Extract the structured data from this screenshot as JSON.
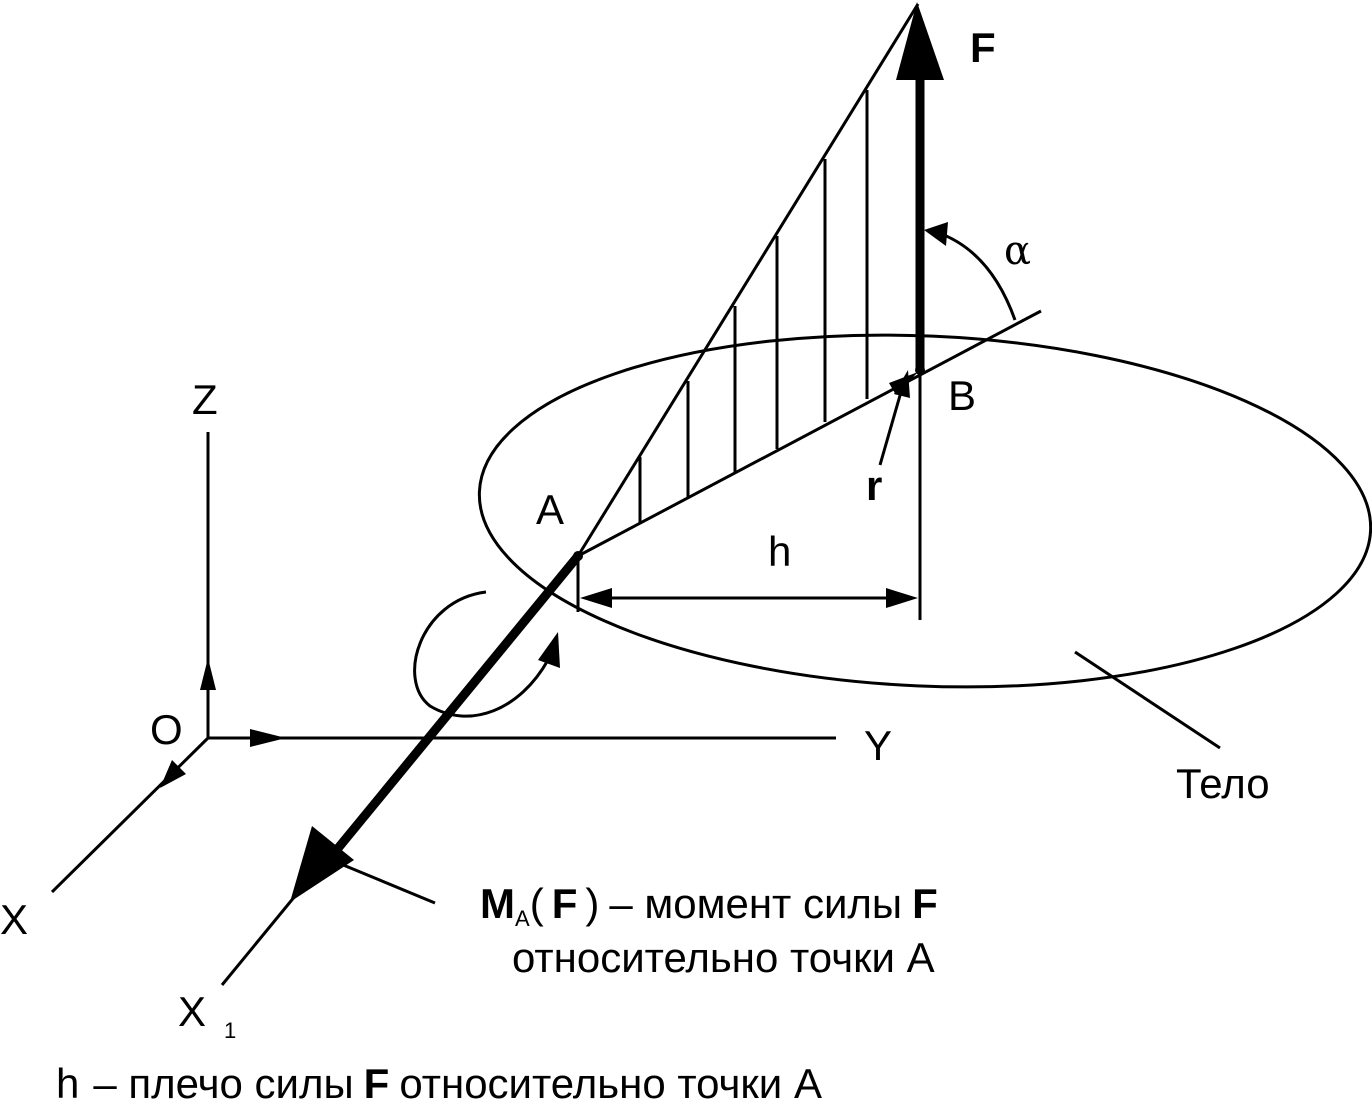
{
  "labels": {
    "force": "F",
    "alpha": "α",
    "point_b": "B",
    "point_a": "A",
    "radius_vector": "r",
    "arm": "h",
    "axis_z": "Z",
    "origin": "O",
    "axis_y": "Y",
    "axis_x": "X",
    "axis_x1": "X",
    "axis_x1_sub": "1",
    "body": "Тело"
  },
  "moment_caption": {
    "symbol": "M",
    "symbol_sub": "A",
    "open_paren": "(",
    "force": "F",
    "close_paren": ")",
    "dash_text": "– момент силы",
    "force2": "F",
    "line2": "относительно точки А"
  },
  "arm_caption": {
    "h": "h",
    "dash_text": "– плечо силы",
    "force": "F",
    "rest": "относительно точки А"
  }
}
